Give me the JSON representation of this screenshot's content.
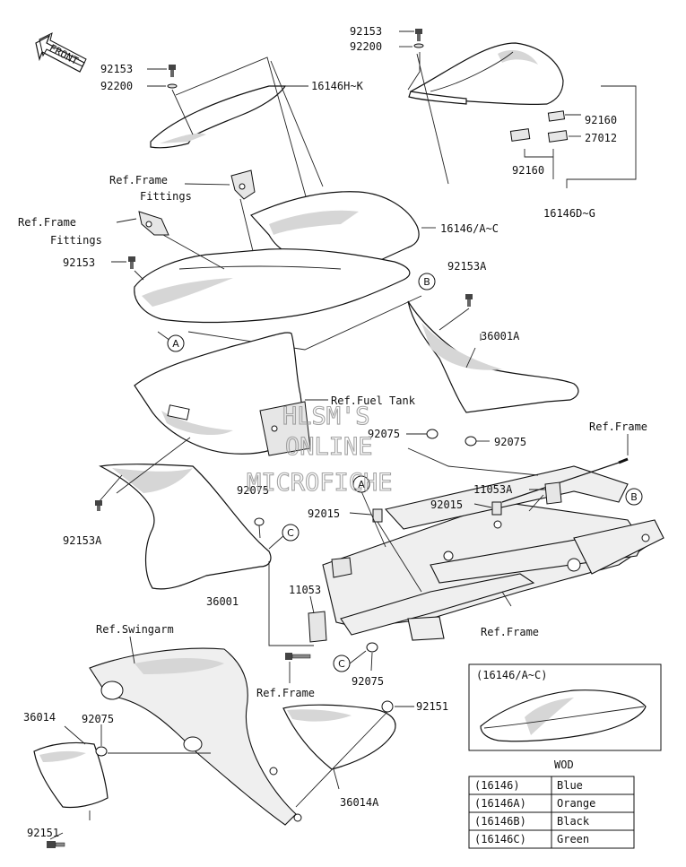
{
  "watermark": {
    "line1": "HLSM'S",
    "line2": "ONLINE",
    "line3": "MICROFICHE"
  },
  "front_arrow": {
    "label": "FRONT"
  },
  "labels": {
    "p92153_top": "92153",
    "p92200_top": "92200",
    "p92153_left": "92153",
    "p92200_left": "92200",
    "p16146HK": "16146H~K",
    "p92160_a": "92160",
    "p27012": "27012",
    "p92160_b": "92160",
    "p16146DG": "16146D~G",
    "ref_frame_fittings_1a": "Ref.Frame",
    "ref_frame_fittings_1b": "Fittings",
    "ref_frame_fittings_2a": "Ref.Frame",
    "ref_frame_fittings_2b": "Fittings",
    "p16146AC": "16146/A~C",
    "p92153_mid": "92153",
    "p92153A_top": "92153A",
    "p36001A": "36001A",
    "ref_fuel_tank": "Ref.Fuel Tank",
    "p92075_a": "92075",
    "p92075_b": "92075",
    "ref_frame_right": "Ref.Frame",
    "p11053A": "11053A",
    "p92015_a": "92015",
    "p92075_c": "92075",
    "p92015_b": "92015",
    "p92153A_left": "92153A",
    "p36001": "36001",
    "p11053": "11053",
    "ref_frame_bottom": "Ref.Frame",
    "ref_swingarm": "Ref.Swingarm",
    "p92075_d": "92075",
    "ref_frame_lower": "Ref.Frame",
    "p36014": "36014",
    "p92075_e": "92075",
    "p92151_right": "92151",
    "p36014A": "36014A",
    "p92151_left": "92151"
  },
  "callouts": {
    "A": "A",
    "B": "B",
    "C": "C"
  },
  "inset": {
    "title": "(16146/A~C)",
    "caption": "WOD"
  },
  "color_table": {
    "rows": [
      {
        "code": "(16146)",
        "color": "Blue"
      },
      {
        "code": "(16146A)",
        "color": "Orange"
      },
      {
        "code": "(16146B)",
        "color": "Black"
      },
      {
        "code": "(16146C)",
        "color": "Green"
      }
    ]
  }
}
